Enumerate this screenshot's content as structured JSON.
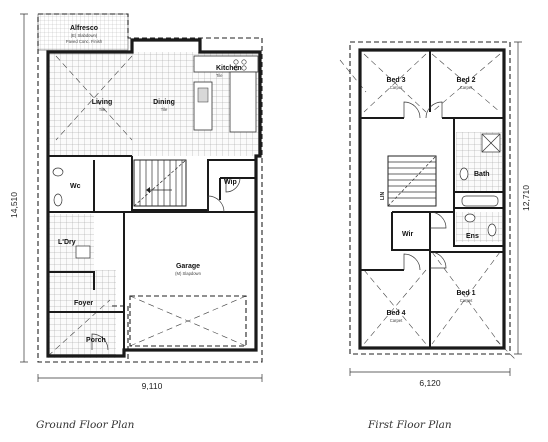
{
  "ground_floor": {
    "title": "Ground Floor Plan",
    "width_dim": "9,110",
    "height_dim": "14,510",
    "rooms": {
      "alfresco": {
        "name": "Alfresco",
        "finish_1": "(E) Slabdown)",
        "finish_2": "Paved Conc. Finish"
      },
      "kitchen": {
        "name": "Kitchen",
        "finish": "Tile"
      },
      "living": {
        "name": "Living",
        "finish": "Tile"
      },
      "dining": {
        "name": "Dining",
        "finish": "Tile"
      },
      "wc": {
        "name": "Wc"
      },
      "wip": {
        "name": "Wip"
      },
      "laundry": {
        "name": "L'Dry"
      },
      "garage": {
        "name": "Garage",
        "finish": "(M) Slapdown"
      },
      "foyer": {
        "name": "Foyer"
      },
      "porch": {
        "name": "Porch"
      }
    }
  },
  "first_floor": {
    "title": "First Floor Plan",
    "width_dim": "6,120",
    "height_dim": "12,710",
    "rooms": {
      "bed3": {
        "name": "Bed 3",
        "finish": "Carpet"
      },
      "bed2": {
        "name": "Bed 2",
        "finish": "Carpet"
      },
      "bath": {
        "name": "Bath"
      },
      "wir": {
        "name": "Wir"
      },
      "ens": {
        "name": "Ens"
      },
      "lin": {
        "name": "LIN"
      },
      "bed4": {
        "name": "Bed 4",
        "finish": "Carpet"
      },
      "bed1": {
        "name": "Bed 1",
        "finish": "Carpet"
      }
    }
  }
}
